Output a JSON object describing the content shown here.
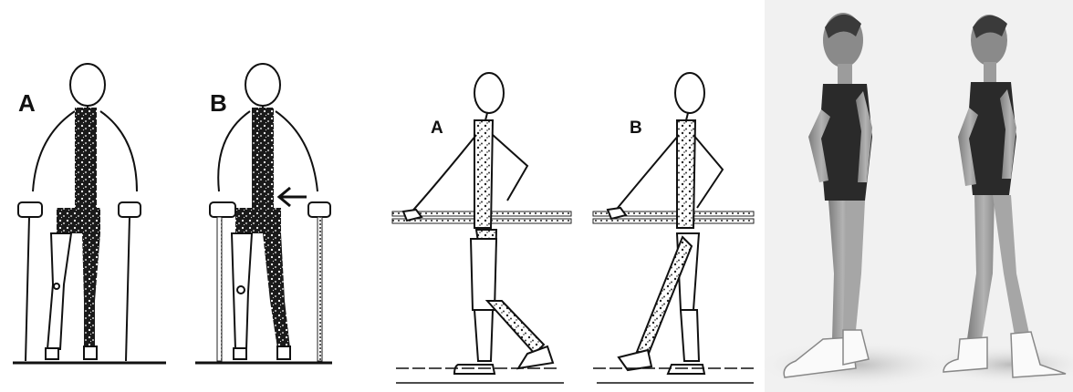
{
  "labels": {
    "front_a": "A",
    "front_b": "B",
    "side_a": "A",
    "side_b": "B"
  },
  "colors": {
    "ink": "#111111",
    "paper": "#ffffff",
    "photo_bg": "#f1f1f1",
    "skin": "#9a9a9a",
    "suit": "#2a2a2a"
  }
}
